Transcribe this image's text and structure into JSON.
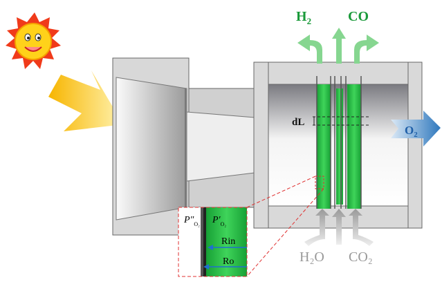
{
  "labels": {
    "h2": "H",
    "h2_sub": "2",
    "co": "CO",
    "o2": "O",
    "o2_sub": "2",
    "dl": "dL",
    "h2o": "H₂O",
    "co2": "CO₂",
    "p_outer": "P″",
    "p_inner": "P′",
    "p_sub": "O₂",
    "r_in": "Rin",
    "r_o": "Ro"
  },
  "colors": {
    "membrane_green": "#1fae3c",
    "product_arrow": "#7fd38a",
    "reactant_arrow": "#b8b8b8",
    "o2_arrow": "#3d86c6",
    "sun": "#f5c400",
    "inset_border": "#e03030",
    "label_green": "#1a9a3a"
  }
}
